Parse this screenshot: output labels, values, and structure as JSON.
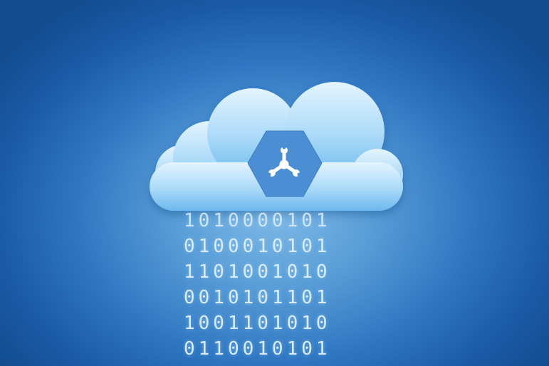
{
  "binary_rows": [
    "1010000101",
    "0100010101",
    "1101001010",
    "0010101101",
    "1001101010",
    "0110010101"
  ],
  "icons": {
    "cloud": "cloud-icon",
    "badge": "hexagon-badge-icon",
    "tool": "tri-wrench-icon"
  },
  "colors": {
    "background_center": "#7fb9e6",
    "background_edge": "#134c90",
    "cloud_light": "#dff1fd",
    "cloud_dark": "#72bdf0",
    "hexagon": "#4b8ed3",
    "tool": "#ffffff",
    "binary_text": "#d8ecfb"
  }
}
